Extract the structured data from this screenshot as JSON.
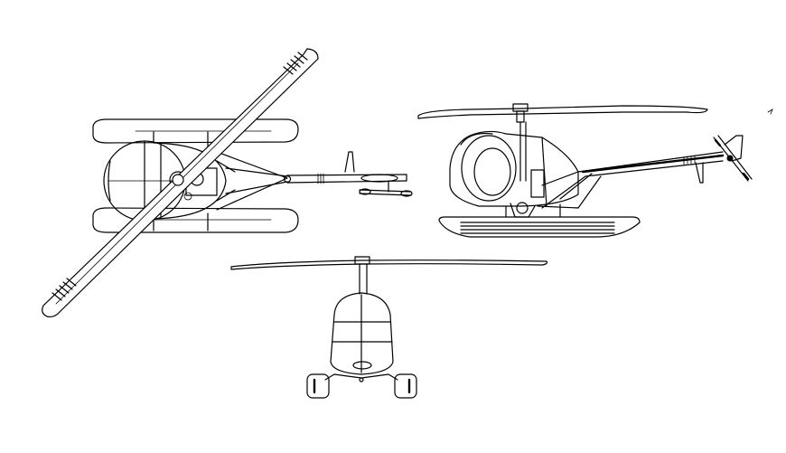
{
  "drawing": {
    "views": [
      {
        "id": "top",
        "label": ""
      },
      {
        "id": "side",
        "label": ""
      },
      {
        "id": "front",
        "label": ""
      }
    ],
    "colors": {
      "line": "#000000",
      "background": "#ffffff"
    }
  }
}
